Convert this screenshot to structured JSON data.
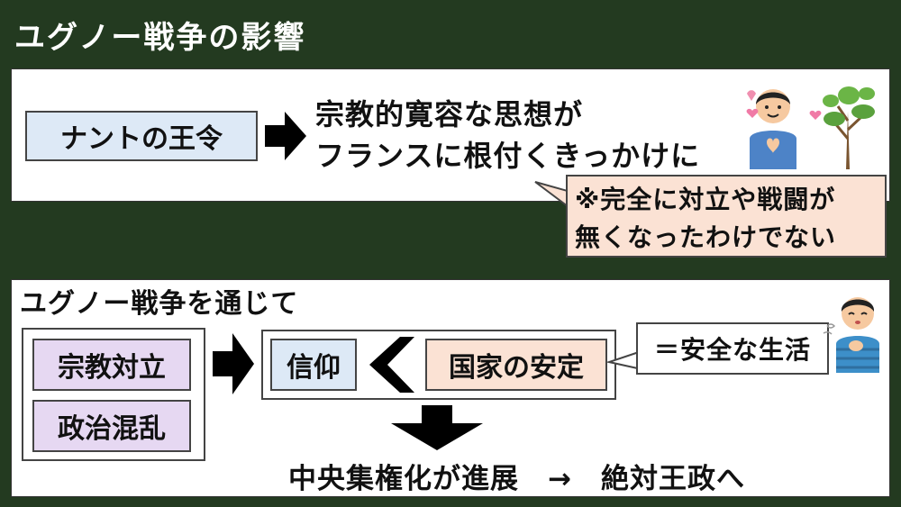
{
  "title": "ユグノー戦争の影響",
  "top": {
    "edict_label": "ナントの王令",
    "result_line1": "宗教的寛容な思想が",
    "result_line2": "フランスに根付くきっかけに",
    "note_line1": "※完全に対立や戦闘が",
    "note_line2": "無くなったわけでない"
  },
  "bottom": {
    "heading": "ユグノー戦争を通じて",
    "cause1": "宗教対立",
    "cause2": "政治混乱",
    "faith_label": "信仰",
    "stability_label": "国家の安定",
    "stability_note": "＝安全な生活",
    "conclusion": "中央集権化が進展　→　絶対王政へ"
  },
  "colors": {
    "background": "#233a20",
    "blue_box": "#dde9f6",
    "purple_box": "#e6d8f2",
    "peach_box": "#fbe2d4"
  }
}
